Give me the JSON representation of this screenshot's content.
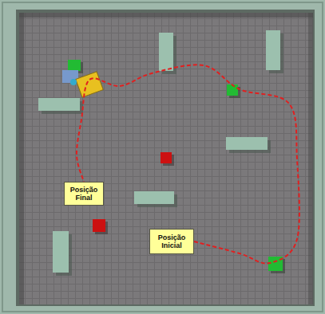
{
  "diagram": {
    "nodes": [
      {
        "text": [
          "Posição Final"
        ]
      },
      {
        "text": [
          "Posição Inicial"
        ]
      }
    ],
    "edges": [
      {
        "from": 1,
        "to": 0,
        "arrow": "none"
      }
    ]
  }
}
